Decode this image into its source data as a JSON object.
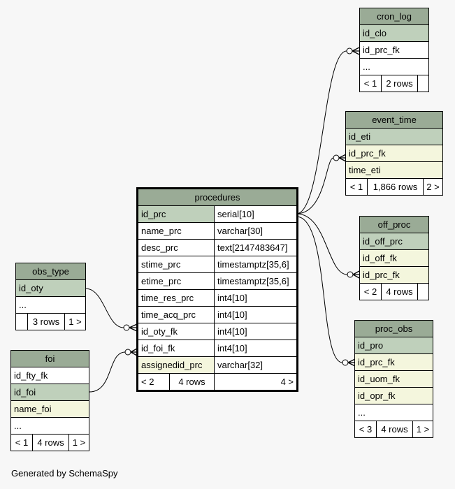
{
  "generated_by": "Generated by SchemaSpy",
  "tables": {
    "procedures": {
      "name": "procedures",
      "columns": [
        {
          "name": "id_prc",
          "type": "serial[10]"
        },
        {
          "name": "name_prc",
          "type": "varchar[30]"
        },
        {
          "name": "desc_prc",
          "type": "text[2147483647]"
        },
        {
          "name": "stime_prc",
          "type": "timestamptz[35,6]"
        },
        {
          "name": "etime_prc",
          "type": "timestamptz[35,6]"
        },
        {
          "name": "time_res_prc",
          "type": "int4[10]"
        },
        {
          "name": "time_acq_prc",
          "type": "int4[10]"
        },
        {
          "name": "id_oty_fk",
          "type": "int4[10]"
        },
        {
          "name": "id_foi_fk",
          "type": "int4[10]"
        },
        {
          "name": "assignedid_prc",
          "type": "varchar[32]"
        }
      ],
      "footer": {
        "parents": "< 2",
        "rows": "4 rows",
        "children": "4 >"
      }
    },
    "cron_log": {
      "name": "cron_log",
      "columns": [
        "id_clo",
        "id_prc_fk",
        "..."
      ],
      "footer": {
        "parents": "< 1",
        "rows": "2 rows",
        "children": ""
      }
    },
    "event_time": {
      "name": "event_time",
      "columns": [
        "id_eti",
        "id_prc_fk",
        "time_eti"
      ],
      "footer": {
        "parents": "< 1",
        "rows": "1,866 rows",
        "children": "2 >"
      }
    },
    "off_proc": {
      "name": "off_proc",
      "columns": [
        "id_off_prc",
        "id_off_fk",
        "id_prc_fk"
      ],
      "footer": {
        "parents": "< 2",
        "rows": "4 rows",
        "children": ""
      }
    },
    "proc_obs": {
      "name": "proc_obs",
      "columns": [
        "id_pro",
        "id_prc_fk",
        "id_uom_fk",
        "id_opr_fk",
        "..."
      ],
      "footer": {
        "parents": "< 3",
        "rows": "4 rows",
        "children": "1 >"
      }
    },
    "obs_type": {
      "name": "obs_type",
      "columns": [
        "id_oty",
        "..."
      ],
      "footer": {
        "parents": "",
        "rows": "3 rows",
        "children": "1 >"
      }
    },
    "foi": {
      "name": "foi",
      "columns": [
        "id_fty_fk",
        "id_foi",
        "name_foi",
        "..."
      ],
      "footer": {
        "parents": "< 1",
        "rows": "4 rows",
        "children": "1 >"
      }
    }
  }
}
